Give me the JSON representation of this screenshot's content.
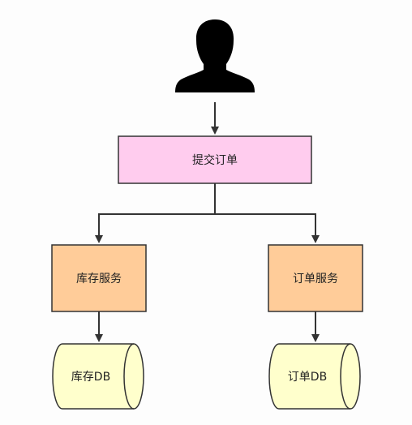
{
  "nodes": {
    "user": {
      "icon": "user-silhouette-icon",
      "color": "#000000"
    },
    "submit_order": {
      "label": "提交订单",
      "fill": "#ffccee",
      "stroke": "#333333"
    },
    "inventory_service": {
      "label": "库存服务",
      "fill": "#ffcc99",
      "stroke": "#333333"
    },
    "order_service": {
      "label": "订单服务",
      "fill": "#ffcc99",
      "stroke": "#333333"
    },
    "inventory_db": {
      "label": "库存DB",
      "fill": "#ffffcc",
      "stroke": "#333333"
    },
    "order_db": {
      "label": "订单DB",
      "fill": "#ffffcc",
      "stroke": "#333333"
    }
  },
  "edges": [
    {
      "from": "user",
      "to": "submit_order"
    },
    {
      "from": "submit_order",
      "to": "inventory_service"
    },
    {
      "from": "submit_order",
      "to": "order_service"
    },
    {
      "from": "inventory_service",
      "to": "inventory_db"
    },
    {
      "from": "order_service",
      "to": "order_db"
    }
  ],
  "colors": {
    "connector": "#333333"
  }
}
